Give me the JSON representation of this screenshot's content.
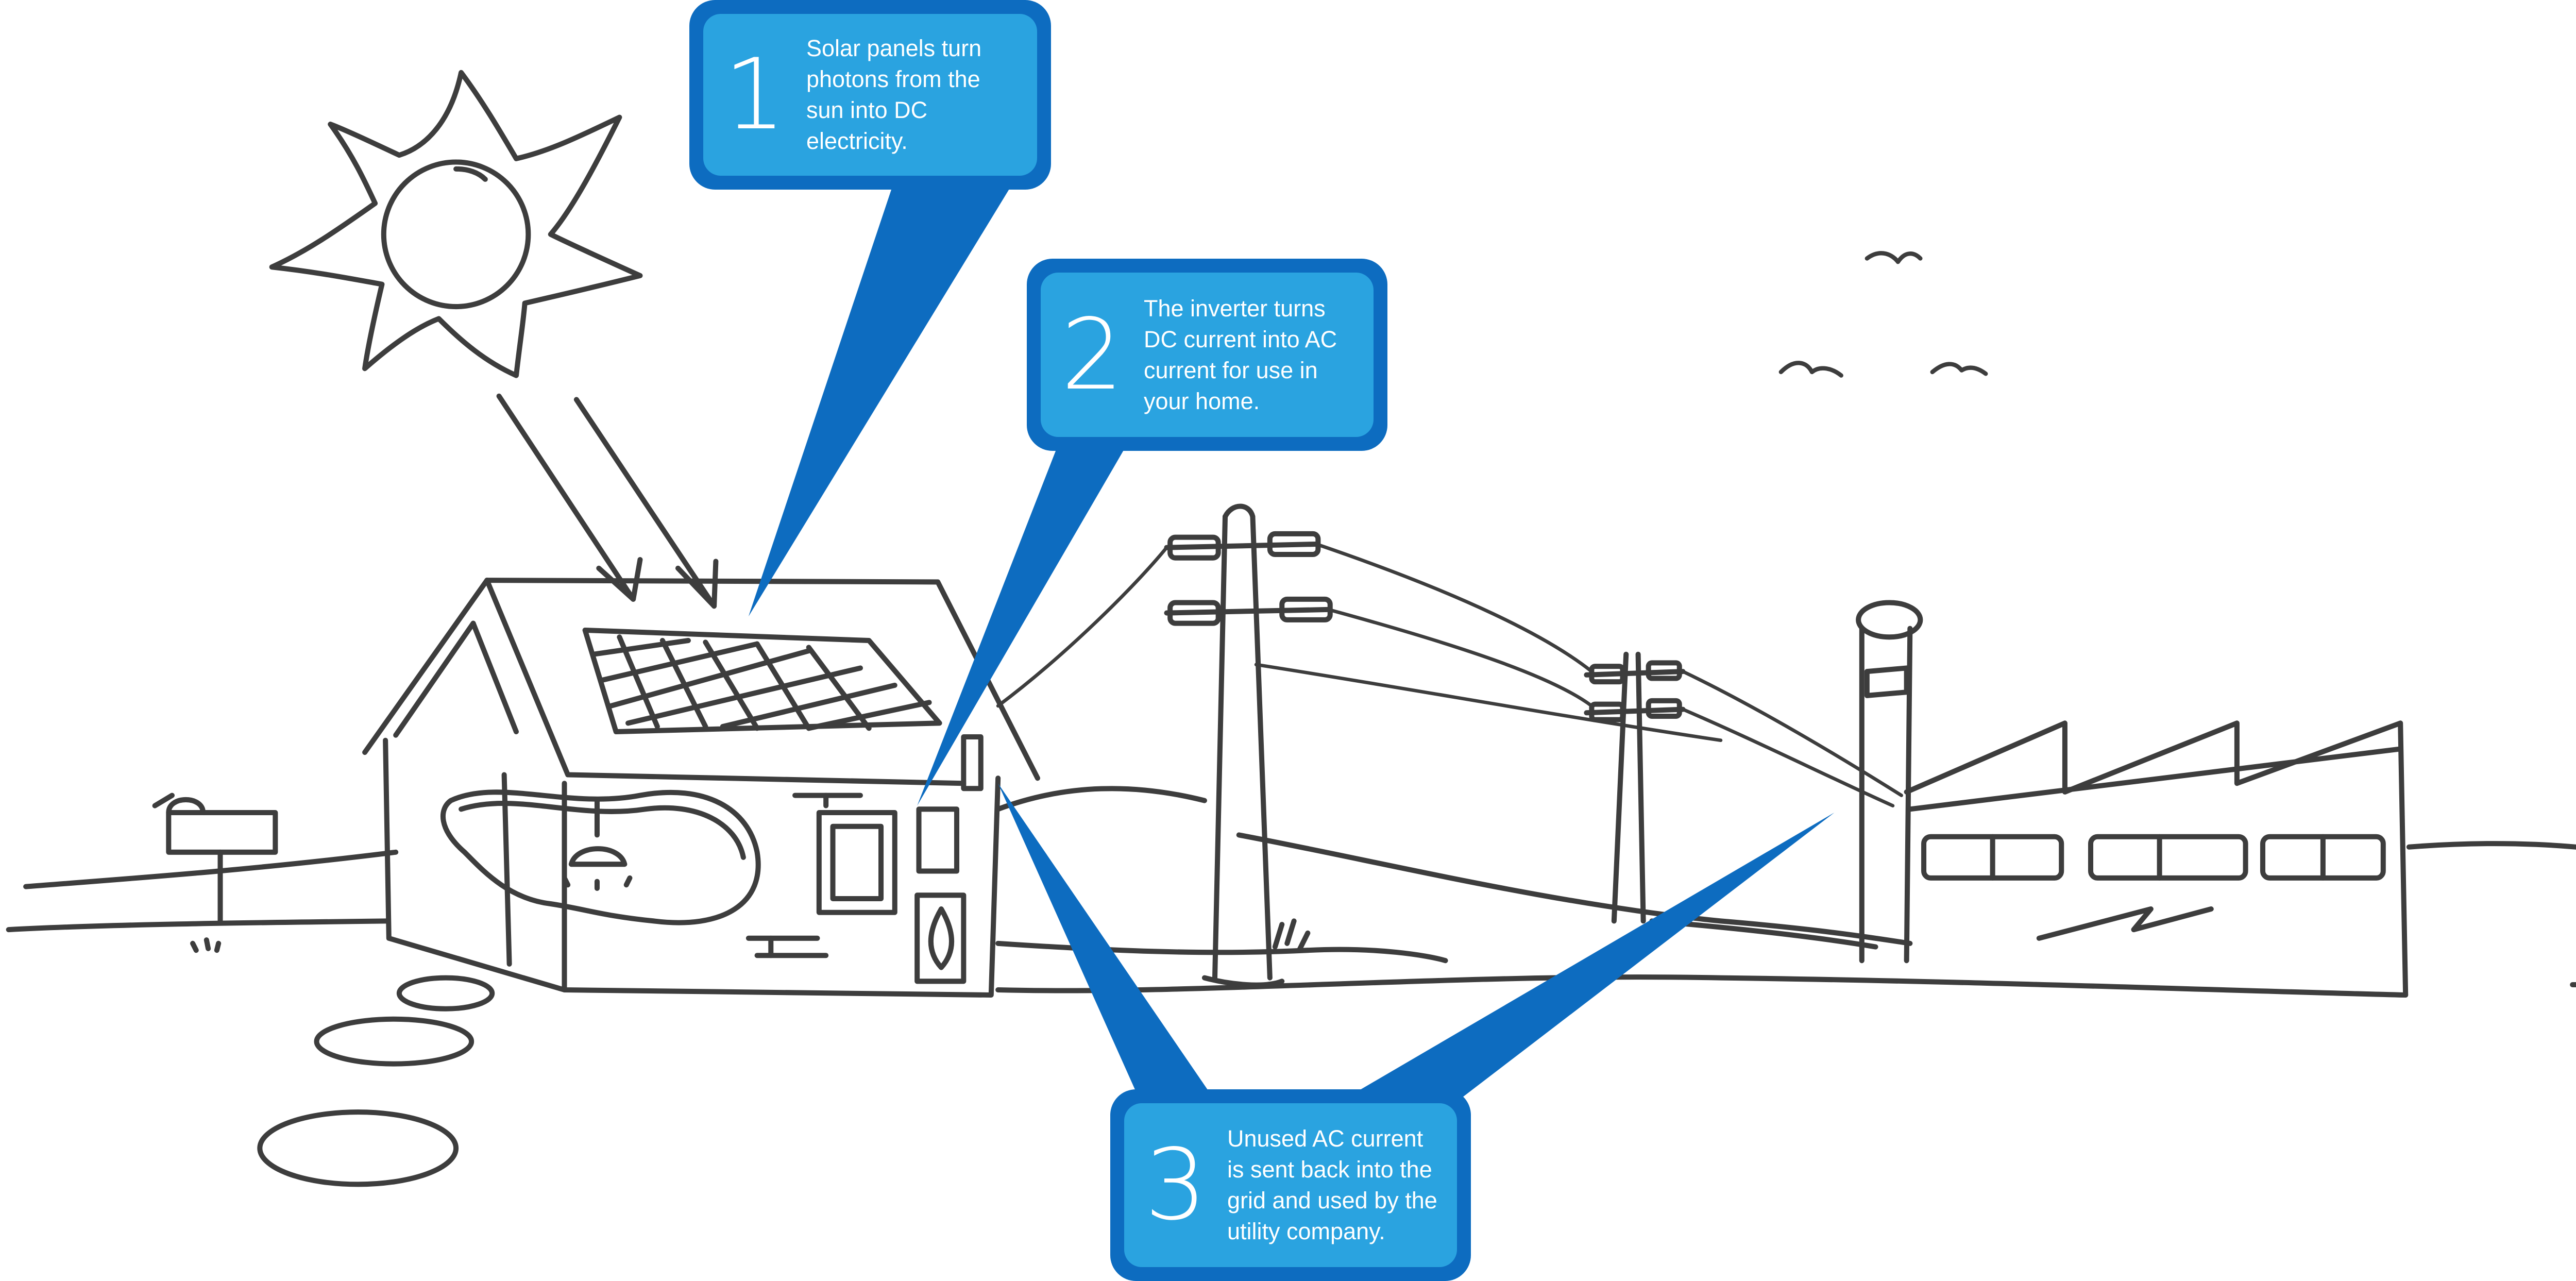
{
  "colors": {
    "line": "#3d3d3d",
    "callout_outer": "#0d6cc0",
    "callout_inner": "#2aa3e0",
    "callout_text": "#ffffff"
  },
  "callouts": [
    {
      "number": "1",
      "text": "Solar panels turn photons from the sun into DC electricity."
    },
    {
      "number": "2",
      "text": "The inverter turns DC current into  AC current for use in your home."
    },
    {
      "number": "3",
      "text": "Unused AC current is sent back into the grid and used by the utility company."
    }
  ],
  "icons": [
    "sun-icon",
    "house-icon",
    "solar-panel-icon",
    "inverter-icon",
    "power-pole-icon",
    "factory-icon",
    "bird-icon",
    "mailbox-icon"
  ]
}
